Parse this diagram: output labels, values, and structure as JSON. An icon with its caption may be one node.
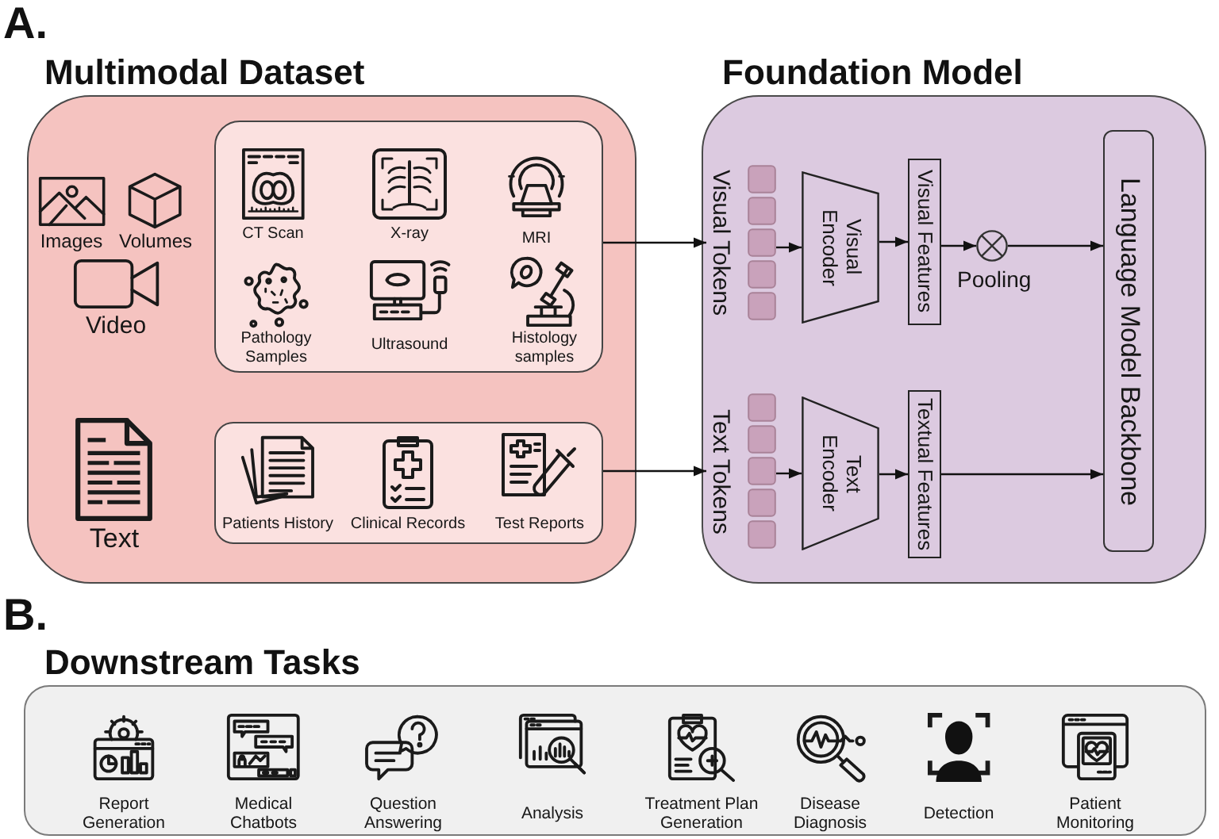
{
  "diagram": {
    "nodes": [
      {
        "text": [
          "Multimodal Dataset"
        ]
      },
      {
        "text": [
          "Images"
        ],
        "in": 0
      },
      {
        "text": [
          "Volumes"
        ],
        "in": 0
      },
      {
        "text": [
          "Video"
        ],
        "in": 0
      },
      {
        "text": [],
        "shape": "box",
        "in": 0
      },
      {
        "text": [
          "CT Scan"
        ],
        "in": 4
      },
      {
        "text": [
          "X-ray"
        ],
        "in": 4
      },
      {
        "text": [
          "MRI"
        ],
        "in": 4
      },
      {
        "text": [
          "Pathology Samples"
        ],
        "in": 4
      },
      {
        "text": [
          "Ultrasound"
        ],
        "in": 4
      },
      {
        "text": [
          "Histology samples"
        ],
        "in": 4
      },
      {
        "text": [
          "Text"
        ],
        "in": 0
      },
      {
        "text": [],
        "shape": "box",
        "in": 0
      },
      {
        "text": [
          "Patients History"
        ],
        "in": 12
      },
      {
        "text": [
          "Clinical Records"
        ],
        "in": 12
      },
      {
        "text": [
          "Test Reports"
        ],
        "in": 12
      },
      {
        "text": [
          "Foundation Model"
        ]
      },
      {
        "text": [
          "Visual Tokens"
        ],
        "in": 16
      },
      {
        "text": [
          "Visual Encoder"
        ],
        "in": 16
      },
      {
        "text": [
          "Visual Features"
        ],
        "in": 16
      },
      {
        "text": [],
        "shape": "circle",
        "in": 16,
        "beside": [
          "Pooling"
        ]
      },
      {
        "text": [
          "Language Model Backbone"
        ],
        "in": 16
      },
      {
        "text": [
          "Text Tokens"
        ],
        "in": 16
      },
      {
        "text": [
          "Text Encoder"
        ],
        "in": 16
      },
      {
        "text": [
          "Textual Features"
        ],
        "in": 16
      },
      {
        "text": [
          "Downstream Tasks"
        ]
      },
      {
        "text": [
          "Report Generation"
        ],
        "in": 25
      },
      {
        "text": [
          "Medical Chatbots"
        ],
        "in": 25
      },
      {
        "text": [
          "Question Answering"
        ],
        "in": 25
      },
      {
        "text": [
          "Analysis"
        ],
        "in": 25
      },
      {
        "text": [
          "Treatment Plan Generation"
        ],
        "in": 25
      },
      {
        "text": [
          "Disease Diagnosis"
        ],
        "in": 25
      },
      {
        "text": [
          "Detection"
        ],
        "in": 25
      },
      {
        "text": [
          "Patient Monitoring"
        ],
        "in": 25
      }
    ],
    "edges": [
      {
        "from": 4,
        "to": 17,
        "arrow": "to"
      },
      {
        "from": 12,
        "to": 22,
        "arrow": "to"
      },
      {
        "from": 17,
        "to": 18,
        "arrow": "to"
      },
      {
        "from": 18,
        "to": 19,
        "arrow": "to"
      },
      {
        "from": 19,
        "to": 20,
        "arrow": "to"
      },
      {
        "from": 20,
        "to": 21,
        "arrow": "to"
      },
      {
        "from": 22,
        "to": 23,
        "arrow": "to"
      },
      {
        "from": 23,
        "to": 24,
        "arrow": "to"
      },
      {
        "from": 24,
        "to": 21,
        "arrow": "to"
      }
    ],
    "labels": [
      "A.",
      "B."
    ]
  }
}
